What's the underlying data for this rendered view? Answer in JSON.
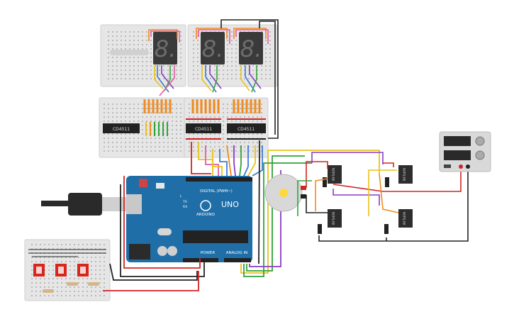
{
  "chips": {
    "decoder_1": "CD4511",
    "decoder_2": "CD4511",
    "decoder_3": "CD4511"
  },
  "arduino": {
    "board_name": "UNO",
    "brand": "ARDUINO",
    "digital_header": "DIGITAL (PWM~)",
    "analog_header": "ANALOG IN",
    "power_header": "POWER",
    "led_tx": "TX",
    "led_rx": "RX",
    "led_l": "L"
  },
  "mosfets": {
    "q1": "IRF540N",
    "q2": "IRF540N",
    "q3": "IRF540N",
    "q4": "IRF540N"
  },
  "displays": {
    "digit_1": "8.",
    "digit_2": "8.",
    "digit_3": "8."
  },
  "colors": {
    "breadboard": "#e6e6e6",
    "arduino_board": "#1f6ea8",
    "wire_red": "#d22424",
    "wire_black": "#222222",
    "wire_orange": "#f08a1c",
    "wire_yellow": "#e9c21a",
    "wire_green": "#31a33a",
    "wire_blue": "#3b7bd8",
    "wire_purple": "#8a3cc7",
    "wire_pink": "#e45aa8",
    "button_red": "#d9261c",
    "display_body": "#3a3a3a",
    "segment_off": "#6d6d6d"
  },
  "icons": {
    "usb_cable": "usb-plug-icon",
    "motor": "dc-motor-icon",
    "power_supply": "bench-power-supply-icon"
  }
}
